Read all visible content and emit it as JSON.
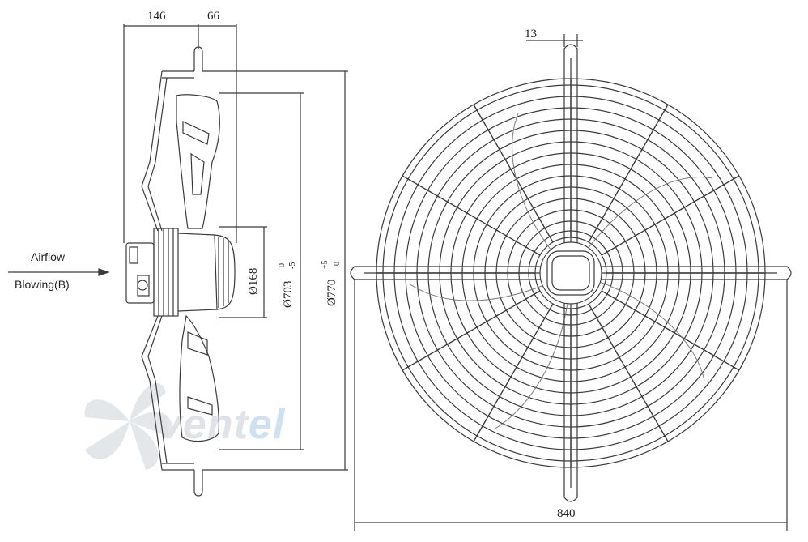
{
  "side_view": {
    "dim_146": "146",
    "dim_66": "66",
    "dim_168": "Ø168",
    "dim_703": "Ø703",
    "dim_703_tol_upper": "0",
    "dim_703_tol_lower": "-5",
    "dim_770": "Ø770",
    "dim_770_tol_upper": "+5",
    "dim_770_tol_lower": "0"
  },
  "front_view": {
    "dim_13": "13",
    "dim_840": "840"
  },
  "airflow": {
    "label": "Airflow",
    "mode": "Blowing(B)"
  },
  "watermark": {
    "text_a": "vent",
    "text_b": "el"
  },
  "colors": {
    "line": "#3a3a3a",
    "watermark_grey": "#dfe3e7",
    "watermark_blue": "#cfe0f0"
  }
}
